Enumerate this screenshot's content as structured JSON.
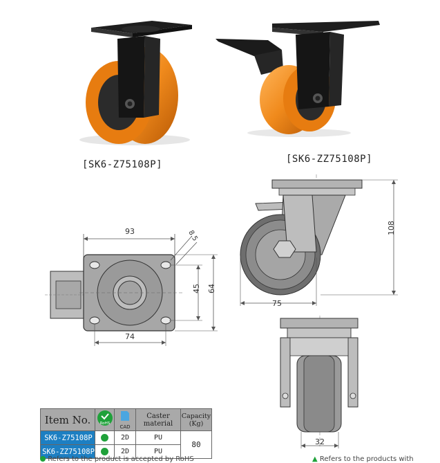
{
  "products": [
    {
      "caption": "[SK6-Z75108P]"
    },
    {
      "caption": "[SK6-ZZ75108P]"
    }
  ],
  "dimensions": {
    "plate_width": "93",
    "hole_size": "8.5",
    "hole_spacing_h": "74",
    "hole_spacing_v": "45",
    "plate_height": "64",
    "total_height": "108",
    "offset": "75",
    "wheel_width": "32"
  },
  "table": {
    "header_item": "Item No.",
    "header_rohs_badge": "RoHS",
    "header_cad_label": "CAD",
    "header_material": "Caster material",
    "header_capacity": "Capacity (Kg)",
    "rows": [
      {
        "model": "SK6-Z75108P",
        "cad": "2D",
        "material": "PU"
      },
      {
        "model": "SK6-ZZ75108P",
        "cad": "2D",
        "material": "PU"
      }
    ],
    "capacity": "80"
  },
  "footer": {
    "left": "Refers to the product is accepted by RoHS",
    "right": "Refers to the products with"
  },
  "colors": {
    "wheel_orange": "#f08a1c",
    "header_gray": "#a9a9a9",
    "model_blue": "#1d7fc2",
    "rohs_green": "#1fa13a"
  }
}
